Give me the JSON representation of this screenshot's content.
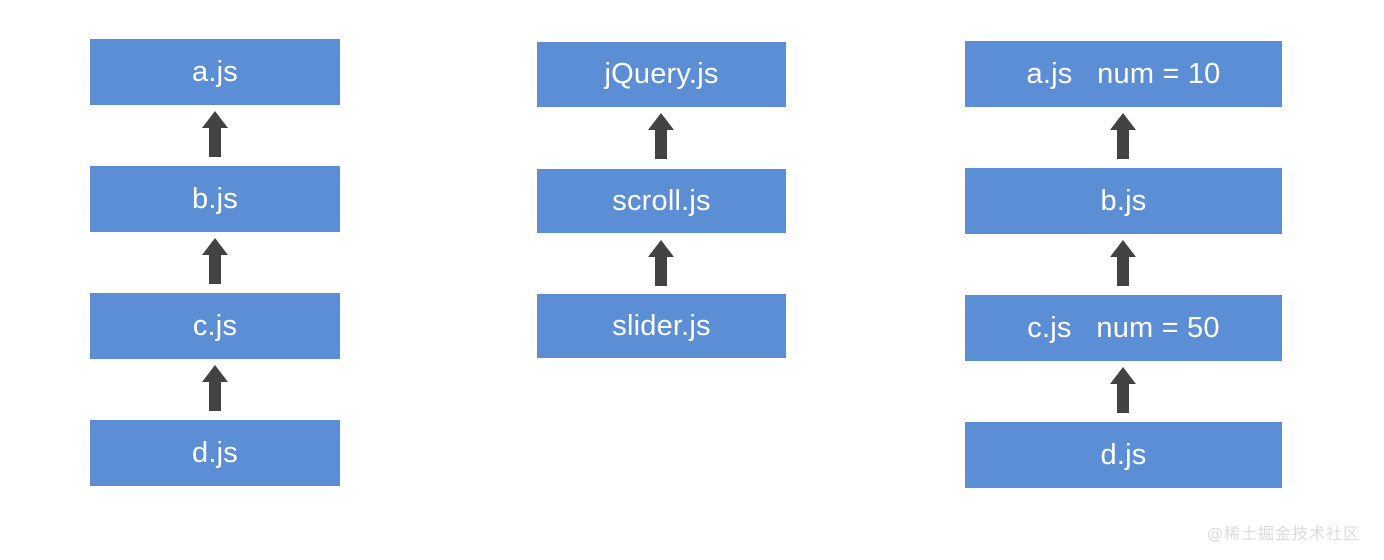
{
  "diagram": {
    "type": "dependency-chain",
    "background_color": "#ffffff",
    "box_color": "#5b8ed4",
    "box_text_color": "#ffffff",
    "arrow_color": "#434343",
    "columns": [
      {
        "id": "column-1",
        "nodes": [
          {
            "label": "a.js"
          },
          {
            "label": "b.js"
          },
          {
            "label": "c.js"
          },
          {
            "label": "d.js"
          }
        ],
        "arrows": [
          {
            "direction": "up"
          },
          {
            "direction": "up"
          },
          {
            "direction": "up"
          }
        ]
      },
      {
        "id": "column-2",
        "nodes": [
          {
            "label": "jQuery.js"
          },
          {
            "label": "scroll.js"
          },
          {
            "label": "slider.js"
          }
        ],
        "arrows": [
          {
            "direction": "up"
          },
          {
            "direction": "up"
          }
        ]
      },
      {
        "id": "column-3",
        "nodes": [
          {
            "label": "a.js   num = 10"
          },
          {
            "label": "b.js"
          },
          {
            "label": "c.js   num = 50"
          },
          {
            "label": "d.js"
          }
        ],
        "arrows": [
          {
            "direction": "up"
          },
          {
            "direction": "up"
          },
          {
            "direction": "up"
          }
        ]
      }
    ]
  },
  "watermark": {
    "text": "@稀土掘金技术社区"
  }
}
